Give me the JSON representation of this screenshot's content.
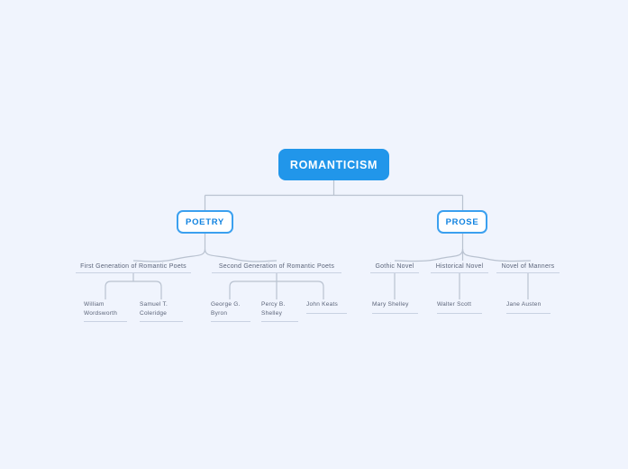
{
  "diagram": {
    "type": "mind-map",
    "background_color": "#f0f4fd",
    "accent_color": "#2196ea",
    "branch_border_color": "#3ba0ef",
    "connector_color": "#b9c2d0",
    "label_color": "#5b6479",
    "root": {
      "label": "ROMANTICISM"
    },
    "branches": [
      {
        "label": "POETRY",
        "categories": [
          {
            "label": "First Generation of Romantic Poets",
            "items": [
              {
                "label": "William\nWordsworth"
              },
              {
                "label": "Samuel T.\nColeridge"
              }
            ]
          },
          {
            "label": "Second Generation of Romantic Poets",
            "items": [
              {
                "label": "George G.\nByron"
              },
              {
                "label": "Percy B.\nShelley"
              },
              {
                "label": "John Keats"
              }
            ]
          }
        ]
      },
      {
        "label": "PROSE",
        "categories": [
          {
            "label": "Gothic Novel",
            "items": [
              {
                "label": "Mary Shelley"
              }
            ]
          },
          {
            "label": "Historical  Novel",
            "items": [
              {
                "label": "Walter Scott"
              }
            ]
          },
          {
            "label": "Novel of Manners",
            "items": [
              {
                "label": "Jane Austen"
              }
            ]
          }
        ]
      }
    ]
  }
}
